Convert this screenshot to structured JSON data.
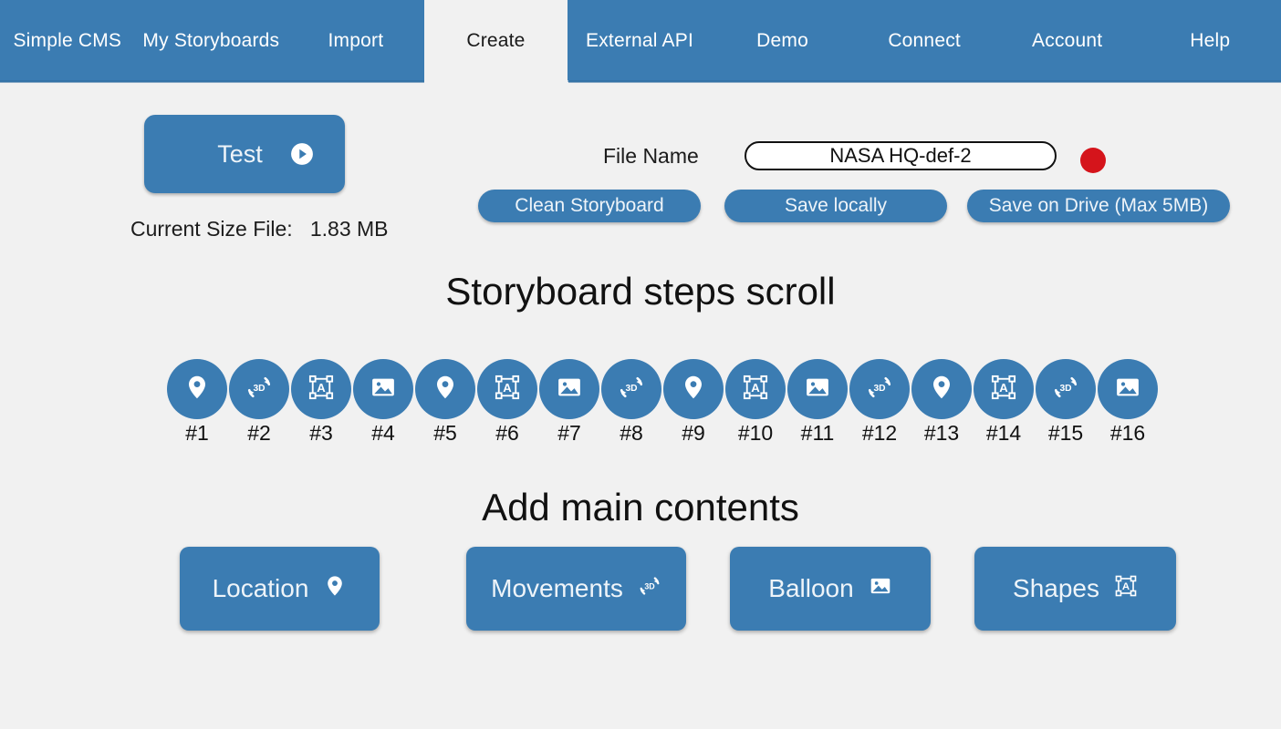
{
  "app": {
    "background_color": "#f1f1f1",
    "accent_color": "#3b7cb2",
    "alert_color": "#d5141b"
  },
  "navbar": {
    "tabs": [
      {
        "label": "Simple CMS",
        "active": false,
        "width": 148
      },
      {
        "label": "My Storyboards",
        "active": false,
        "width": 168
      },
      {
        "label": "Import",
        "active": false,
        "width": 150
      },
      {
        "label": "Create",
        "active": true,
        "width": 154
      },
      {
        "label": "External API",
        "active": false,
        "width": 158
      },
      {
        "label": "Demo",
        "active": false,
        "width": 156
      },
      {
        "label": "Connect",
        "active": false,
        "width": 156
      },
      {
        "label": "Account",
        "active": false,
        "width": 158
      },
      {
        "label": "Help",
        "active": false,
        "width": 156
      }
    ]
  },
  "toolbar": {
    "test_label": "Test",
    "test_icon": "play-circle-icon",
    "current_size_label": "Current Size File:",
    "current_size_value": "1.83 MB",
    "filename_label": "File Name",
    "filename_value": "NASA HQ-def-2",
    "filename_placeholder": "File name",
    "record_indicator": "record-dot",
    "clean_label": "Clean Storyboard",
    "save_local_label": "Save locally",
    "save_drive_label": "Save on Drive (Max 5MB)"
  },
  "sections": {
    "steps_heading": "Storyboard steps scroll",
    "add_heading": "Add main contents"
  },
  "steps": [
    {
      "label": "#1",
      "icon": "location-pin-icon"
    },
    {
      "label": "#2",
      "icon": "3d-rotate-icon"
    },
    {
      "label": "#3",
      "icon": "shapes-icon"
    },
    {
      "label": "#4",
      "icon": "image-icon"
    },
    {
      "label": "#5",
      "icon": "location-pin-icon"
    },
    {
      "label": "#6",
      "icon": "shapes-icon"
    },
    {
      "label": "#7",
      "icon": "image-icon"
    },
    {
      "label": "#8",
      "icon": "3d-rotate-icon"
    },
    {
      "label": "#9",
      "icon": "location-pin-icon"
    },
    {
      "label": "#10",
      "icon": "shapes-icon"
    },
    {
      "label": "#11",
      "icon": "image-icon"
    },
    {
      "label": "#12",
      "icon": "3d-rotate-icon"
    },
    {
      "label": "#13",
      "icon": "location-pin-icon"
    },
    {
      "label": "#14",
      "icon": "shapes-icon"
    },
    {
      "label": "#15",
      "icon": "3d-rotate-icon"
    },
    {
      "label": "#16",
      "icon": "image-icon"
    }
  ],
  "add_contents": {
    "buttons": [
      {
        "label": "Location",
        "icon": "location-pin-icon"
      },
      {
        "label": "Movements",
        "icon": "3d-rotate-icon"
      },
      {
        "label": "Balloon",
        "icon": "image-icon"
      },
      {
        "label": "Shapes",
        "icon": "shapes-icon"
      }
    ]
  }
}
